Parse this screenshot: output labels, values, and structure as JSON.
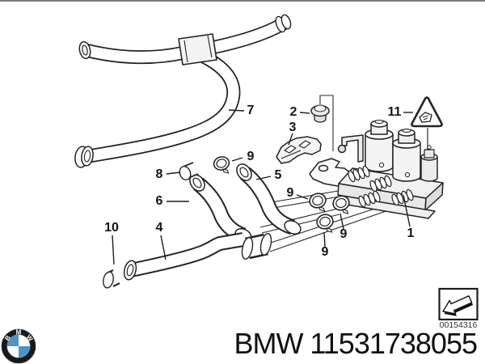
{
  "diagram": {
    "kind": "exploded-parts-diagram",
    "labels": [
      {
        "text": "7"
      },
      {
        "text": "2"
      },
      {
        "text": "3"
      },
      {
        "text": "11"
      },
      {
        "text": "9"
      },
      {
        "text": "8"
      },
      {
        "text": "5"
      },
      {
        "text": "9"
      },
      {
        "text": "6"
      },
      {
        "text": "9"
      },
      {
        "text": "9"
      },
      {
        "text": "10"
      },
      {
        "text": "4"
      },
      {
        "text": "1"
      }
    ]
  },
  "stamp": {
    "code": "00154316"
  },
  "footer": {
    "part_title": "BMW 11531738055"
  },
  "logo": {
    "letters": [
      "B",
      "M",
      "W"
    ]
  },
  "colors": {
    "background": "#ffffff",
    "line": "#232323",
    "bmw_blue": "#4C94C8",
    "logo_ring": "#17191C",
    "title_text": "#101010"
  }
}
